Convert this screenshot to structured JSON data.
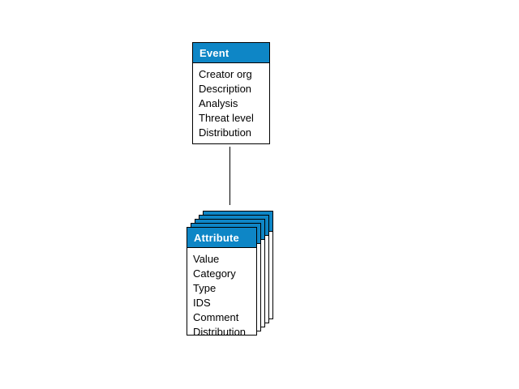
{
  "page": {
    "background_color": "#ffffff"
  },
  "colors": {
    "entity_header_blue": "#0e86c6",
    "entity_border": "#000000",
    "entity_body_background": "#ffffff",
    "header_text": "#ffffff",
    "body_text": "#000000",
    "connector_line": "#000000"
  },
  "diagram": {
    "event": {
      "title": "Event",
      "fields": [
        "Creator org",
        "Description",
        "Analysis",
        "Threat level",
        "Distribution"
      ]
    },
    "attribute": {
      "title": "Attribute",
      "fields": [
        "Value",
        "Category",
        "Type",
        "IDS",
        "Comment",
        "Distribution"
      ],
      "stack_count": 5
    },
    "connector": {
      "type": "straight-line",
      "from": "event",
      "to": "attribute"
    }
  }
}
